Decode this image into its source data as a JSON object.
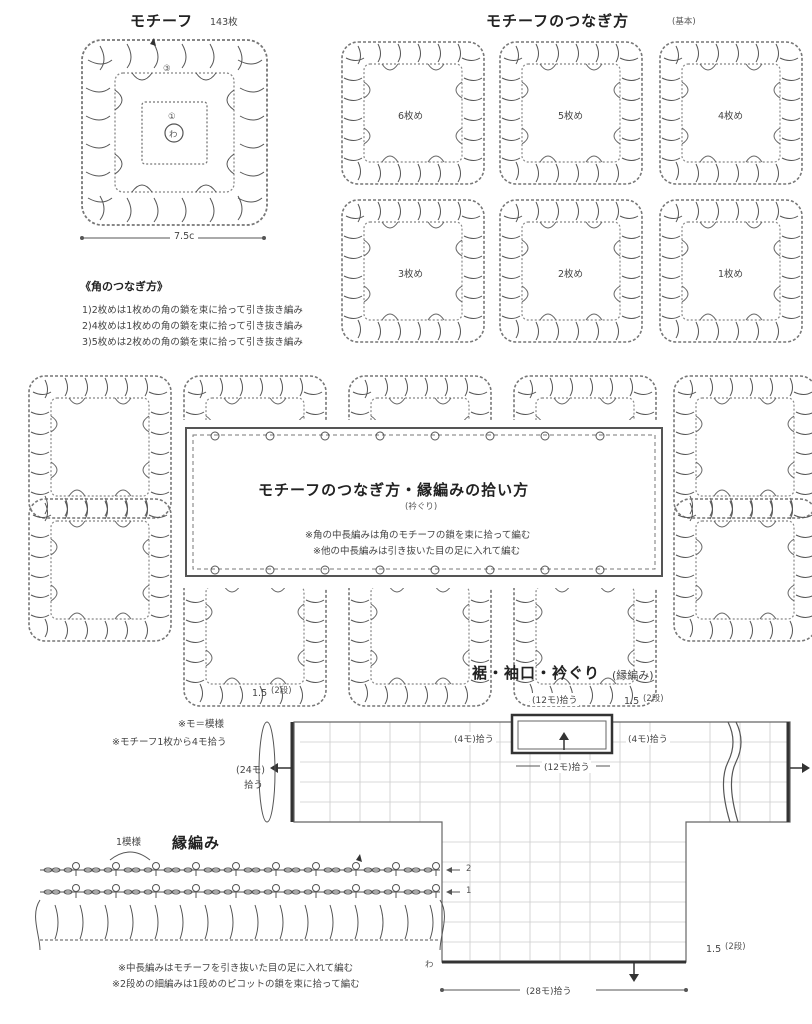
{
  "motif": {
    "title": "モチーフ",
    "count": "143枚",
    "size": "7.5c",
    "round3": "③",
    "round1": "①",
    "center": "わ"
  },
  "join_basic": {
    "title": "モチーフのつなぎ方",
    "subtitle": "(基本)",
    "pieces": [
      "6枚め",
      "5枚め",
      "4枚め",
      "3枚め",
      "2枚め",
      "1枚め"
    ]
  },
  "corner": {
    "title": "《角のつなぎ方》",
    "lines": [
      "1)2枚めは1枚めの角の鎖を束に拾って引き抜き編み",
      "2)4枚めは1枚めの角の鎖を束に拾って引き抜き編み",
      "3)5枚めは2枚めの角の鎖を束に拾って引き抜き編み"
    ]
  },
  "join_edge": {
    "title": "モチーフのつなぎ方・縁編みの拾い方",
    "subtitle": "(衿ぐり)",
    "notes": [
      "※角の中長編みは角のモチーフの鎖を束に拾って編む",
      "※他の中長編みは引き抜いた目の足に入れて編む"
    ]
  },
  "layout": {
    "title": "裾・袖口・衿ぐり",
    "title_suffix": "(縁編み)",
    "note1": "※モ＝模様",
    "note2": "※モチーフ1枚から4モ拾う",
    "h_left": "1.5",
    "h_left_unit": "(2段)",
    "h_neck": "1.5",
    "h_neck_unit": "(2段)",
    "h_bottom": "1.5",
    "h_bottom_unit": "(2段)",
    "neck_top": "(12モ)拾う",
    "neck_bottom": "(12モ)拾う",
    "neck_left": "(4モ)拾う",
    "neck_right": "(4モ)拾う",
    "sleeve": "(24モ)",
    "sleeve_pick": "拾う",
    "hem": "(28モ)拾う",
    "wa": "わ"
  },
  "edging": {
    "repeat": "1模様",
    "title": "縁編み",
    "row2": "2",
    "row1": "1",
    "notes": [
      "※中長編みはモチーフを引き抜いた目の足に入れて編む",
      "※2段めの細編みは1段めのピコットの鎖を束に拾って編む"
    ]
  }
}
